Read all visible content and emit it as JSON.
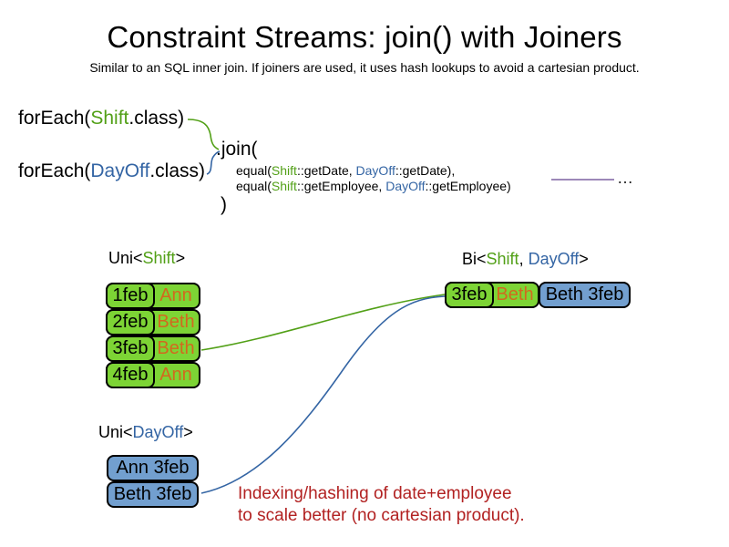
{
  "title": "Constraint Streams: join() with Joiners",
  "subtitle": "Similar to an SQL inner join. If joiners are used, it uses hash lookups to avoid a cartesian product.",
  "code": {
    "line1": {
      "fn": "forEach(",
      "cls": "Shift",
      "end": ".class)"
    },
    "line2": {
      "fn": "forEach(",
      "cls": "DayOff",
      "end": ".class)"
    },
    "join_open": ".join(",
    "eq1": {
      "open": "equal(",
      "shift": "Shift",
      "mid": "::getDate, ",
      "dayoff": "DayOff",
      "end": "::getDate),"
    },
    "eq2": {
      "open": "equal(",
      "shift": "Shift",
      "mid": "::getEmployee, ",
      "dayoff": "DayOff",
      "end": "::getEmployee)"
    },
    "join_close": ")",
    "ellipsis": "…"
  },
  "labels": {
    "uni_shift": {
      "pre": "Uni<",
      "type": "Shift",
      "post": ">"
    },
    "bi": {
      "pre": "Bi<",
      "type1": "Shift",
      "sep": ", ",
      "type2": "DayOff",
      "post": ">"
    },
    "uni_dayoff": {
      "pre": "Uni<",
      "type": "DayOff",
      "post": ">"
    }
  },
  "shift_table": {
    "rows": [
      {
        "date": "1feb",
        "employee": "Ann"
      },
      {
        "date": "2feb",
        "employee": "Beth"
      },
      {
        "date": "3feb",
        "employee": "Beth"
      },
      {
        "date": "4feb",
        "employee": "Ann"
      }
    ]
  },
  "dayoff_table": {
    "rows": [
      {
        "pair": "Ann 3feb"
      },
      {
        "pair": "Beth 3feb"
      }
    ]
  },
  "bi_row": {
    "date": "3feb",
    "employee": "Beth",
    "pair": "Beth 3feb"
  },
  "note": {
    "line1": "Indexing/hashing of date+employee",
    "line2": "to scale better (no cartesian product)."
  },
  "colors": {
    "shift_green": "#52a017",
    "dayoff_blue": "#3465a4",
    "employee_orange": "#d2691e",
    "note_red": "#b22222",
    "cell_green": "#7dd435",
    "cell_blue": "#729fcf",
    "connector_purple": "#7d60a0"
  }
}
